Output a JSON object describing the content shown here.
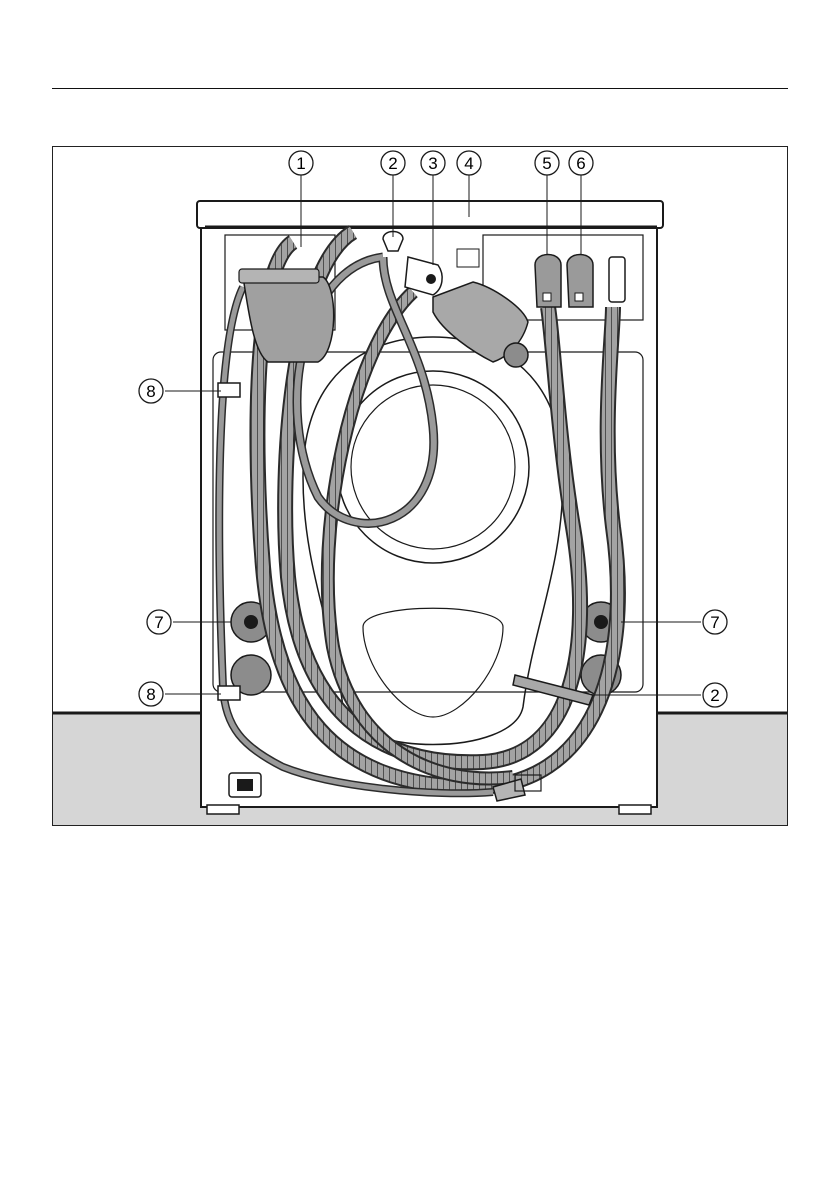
{
  "figure": {
    "callouts": {
      "c1": "1",
      "c2_top": "2",
      "c3": "3",
      "c4": "4",
      "c5": "5",
      "c6": "6",
      "c7_left": "7",
      "c7_right": "7",
      "c8_upper": "8",
      "c8_lower": "8",
      "c2_right": "2"
    }
  },
  "colors": {
    "floor": "#d6d6d6",
    "hose_fill": "#9a9a9a",
    "hose_dark": "#2b2b2b",
    "cabinet": "#ffffff",
    "outline": "#1a1a1a",
    "grey_part": "#8c8c8c"
  }
}
